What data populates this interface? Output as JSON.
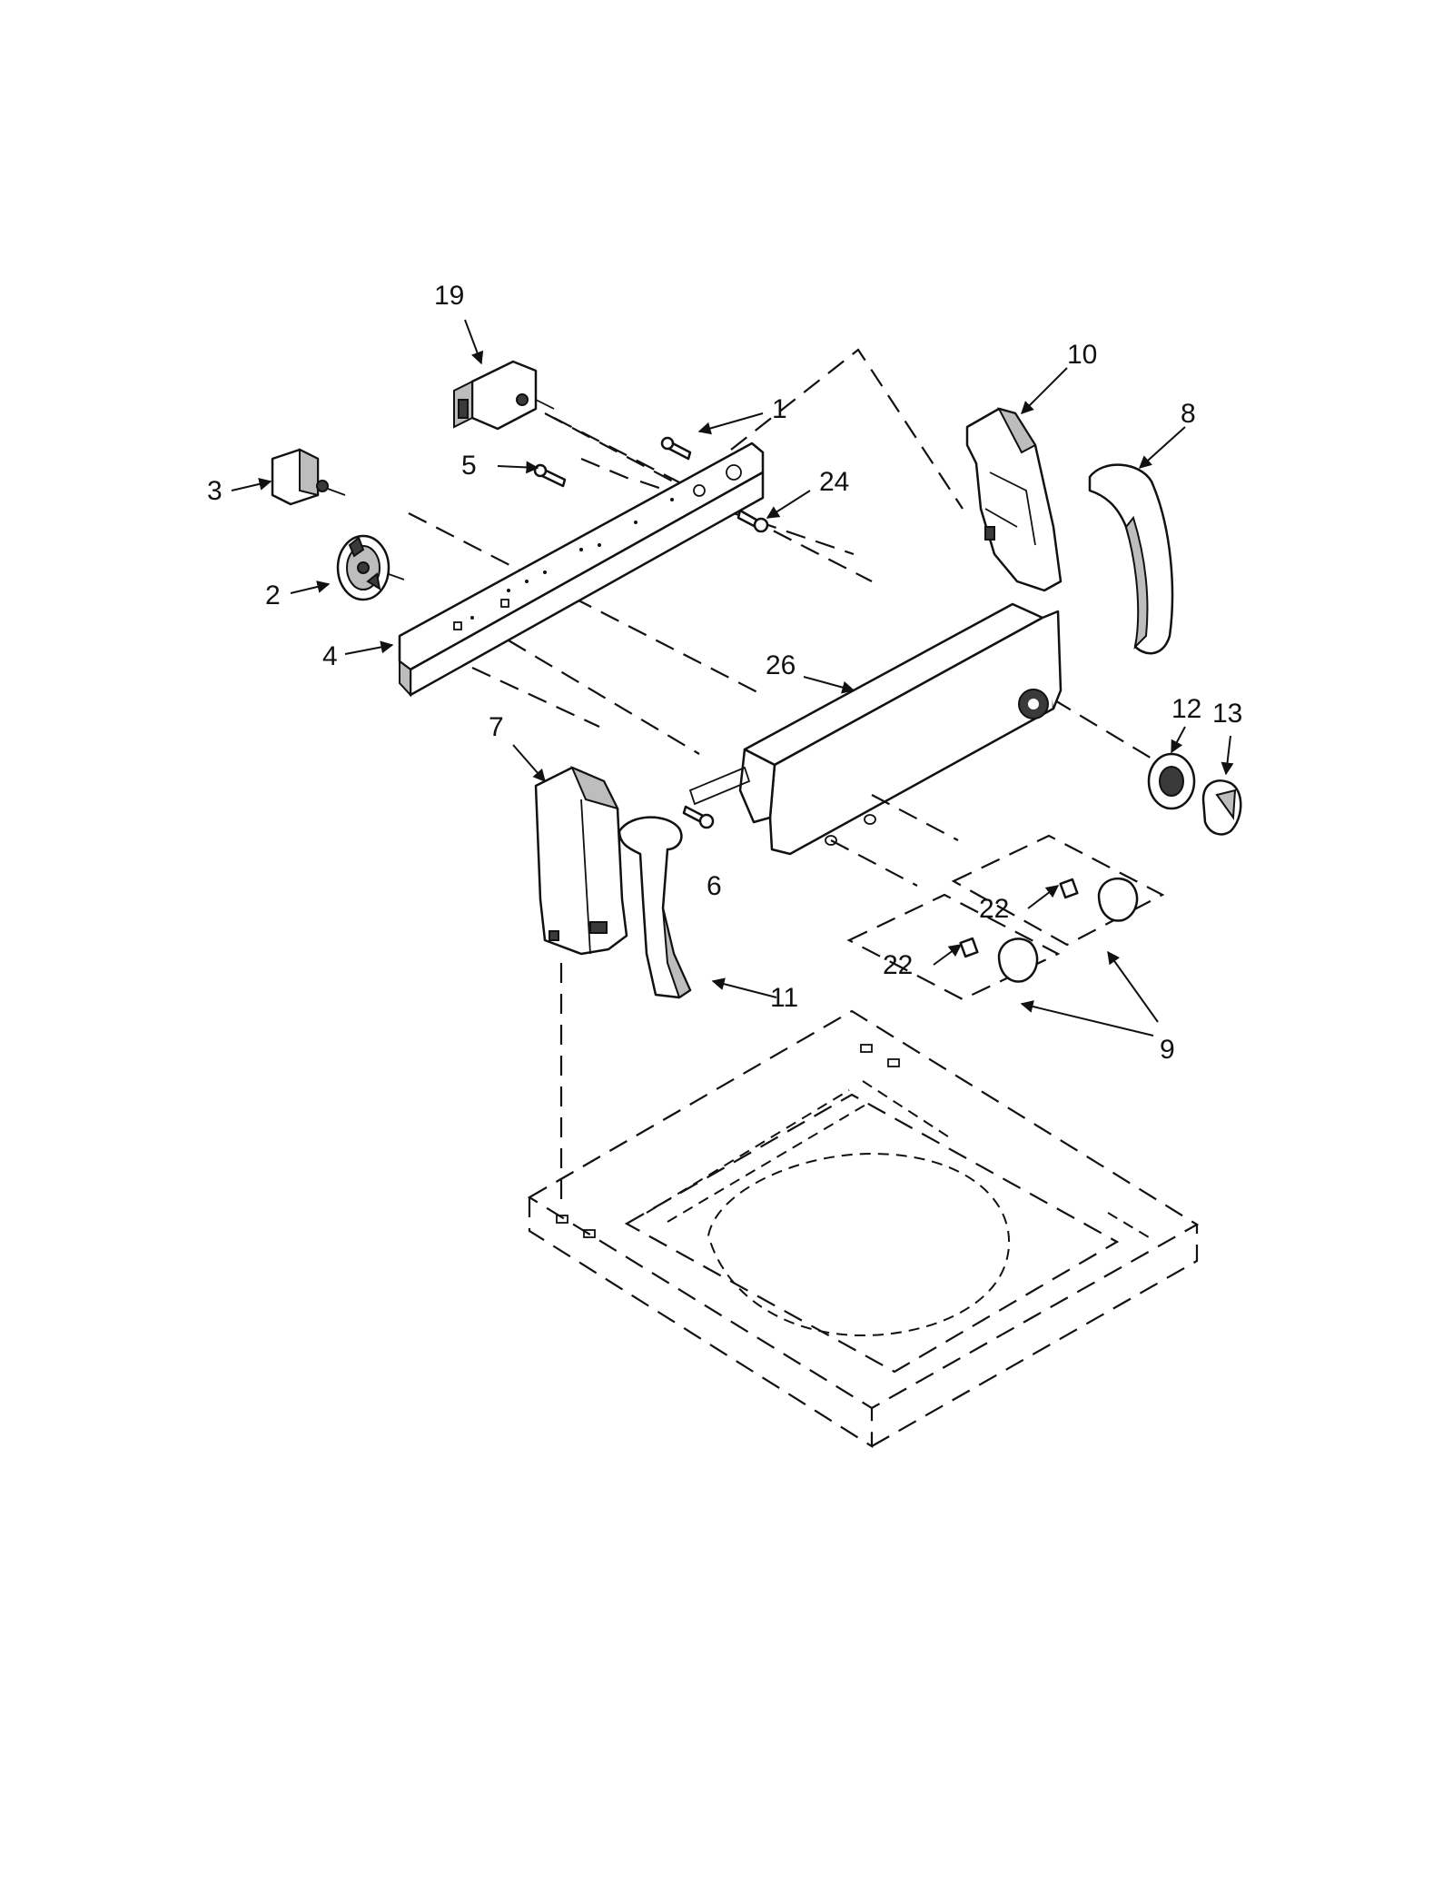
{
  "diagram": {
    "callouts": [
      {
        "id": "19",
        "label": "19"
      },
      {
        "id": "1",
        "label": "1"
      },
      {
        "id": "10",
        "label": "10"
      },
      {
        "id": "8",
        "label": "8"
      },
      {
        "id": "3",
        "label": "3"
      },
      {
        "id": "5",
        "label": "5"
      },
      {
        "id": "24",
        "label": "24"
      },
      {
        "id": "2",
        "label": "2"
      },
      {
        "id": "4",
        "label": "4"
      },
      {
        "id": "26",
        "label": "26"
      },
      {
        "id": "12",
        "label": "12"
      },
      {
        "id": "13",
        "label": "13"
      },
      {
        "id": "7",
        "label": "7"
      },
      {
        "id": "6",
        "label": "6"
      },
      {
        "id": "22a",
        "label": "22"
      },
      {
        "id": "22b",
        "label": "22"
      },
      {
        "id": "11",
        "label": "11"
      },
      {
        "id": "9",
        "label": "9"
      }
    ]
  }
}
